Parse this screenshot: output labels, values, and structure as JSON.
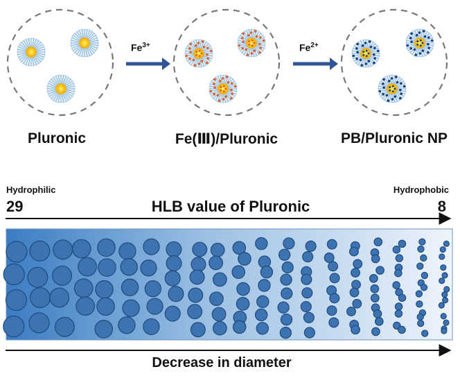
{
  "stages": [
    {
      "label": "Pluronic",
      "shell": "plain"
    },
    {
      "label": "Fe(Ⅲ)/Pluronic",
      "shell": "iron"
    },
    {
      "label": "PB/Pluronic NP",
      "shell": "prussian-blue"
    }
  ],
  "arrows": [
    {
      "ion": "Fe",
      "charge": "3+"
    },
    {
      "ion": "Fe",
      "charge": "2+"
    }
  ],
  "hlb": {
    "left_label": "Hydrophilic",
    "right_label": "Hydrophobic",
    "left_value": "29",
    "right_value": "8",
    "title": "HLB value of Pluronic"
  },
  "bottom": {
    "label": "Decrease in diameter"
  },
  "colors": {
    "core": "#f5c518",
    "corona_plain": "#7fb2dd",
    "iron_dots": "#e0602a",
    "pb_dots": "#1c3f7a",
    "arrow": "#2f5597",
    "gradient_dark": "#3a7cc2",
    "gradient_light": "#eaf2fa",
    "particle_fill": "#3d73b0",
    "particle_stroke": "#1f4a7e"
  }
}
